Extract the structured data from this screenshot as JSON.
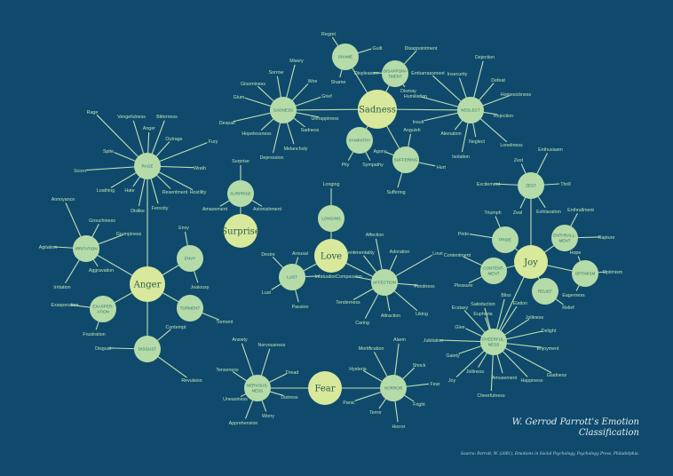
{
  "title": {
    "line1": "W. Gerrod Parrott's Emotion",
    "line2": "Classification"
  },
  "source": "Source: Parrott, W. (2001), Emotions in Social Psychology, Psychology Press, Philadelphia.",
  "colors": {
    "background": "#0f4a6d",
    "primary": "#d8e99c",
    "secondary": "#b5dca8",
    "lines": "#bfe0b0",
    "text": "#bfe3b3"
  },
  "primary": [
    {
      "id": "sadness",
      "label": "Sadness"
    },
    {
      "id": "anger",
      "label": "Anger"
    },
    {
      "id": "surprise",
      "label": "Surprise"
    },
    {
      "id": "love",
      "label": "Love"
    },
    {
      "id": "fear",
      "label": "Fear"
    },
    {
      "id": "joy",
      "label": "Joy"
    }
  ],
  "secondary": [
    {
      "id": "shame",
      "parent": "sadness",
      "label": [
        "SHAME"
      ],
      "tertiary": [
        "Regret",
        "Guilt",
        "Shame"
      ]
    },
    {
      "id": "disappointment",
      "parent": "sadness",
      "label": [
        "DISAPPOIN-",
        "TMENT"
      ],
      "tertiary": [
        "Disappointment",
        "Displeasure",
        "Dismay"
      ]
    },
    {
      "id": "sadness2",
      "parent": "sadness",
      "label": [
        "SADNESS"
      ],
      "tertiary": [
        "Misery",
        "Sorrow",
        "Woe",
        "Gloominess",
        "Grief",
        "Glum",
        "Unhappiness",
        "Despair",
        "Sadness",
        "Hopelessness",
        "Melancholy",
        "Depression"
      ]
    },
    {
      "id": "sympathy",
      "parent": "sadness",
      "label": [
        "SYMPATHY"
      ],
      "tertiary": [
        "Pity",
        "Sympathy"
      ]
    },
    {
      "id": "suffering",
      "parent": "sadness",
      "label": [
        "SUFFERING"
      ],
      "tertiary": [
        "Agony",
        "Anguish",
        "Hurt",
        "Suffering"
      ]
    },
    {
      "id": "neglect",
      "parent": "sadness",
      "label": [
        "NEGLECT"
      ],
      "tertiary": [
        "Embarrassment",
        "Insecurity",
        "Dejection",
        "Defeat",
        "Homesickness",
        "Humiliation",
        "Rejection",
        "Insult",
        "Alienation",
        "Neglect",
        "Loneliness",
        "Isolation"
      ]
    },
    {
      "id": "rage",
      "parent": "anger",
      "label": [
        "RAGE"
      ],
      "tertiary": [
        "Rage",
        "Vengefulness",
        "Bitterness",
        "Anger",
        "Outrage",
        "Spite",
        "Fury",
        "Scorn",
        "Wrath",
        "Loathing",
        "Hate",
        "Resentment",
        "Hostility",
        "Dislike",
        "Ferocity"
      ]
    },
    {
      "id": "irritation",
      "parent": "anger",
      "label": [
        "IRRITATION"
      ],
      "tertiary": [
        "Annoyance",
        "Grouchiness",
        "Grumpiness",
        "Agitation",
        "Aggravation",
        "Irritation"
      ]
    },
    {
      "id": "envy",
      "parent": "anger",
      "label": [
        "ENVY"
      ],
      "tertiary": [
        "Envy",
        "Jealousy"
      ]
    },
    {
      "id": "exasperation",
      "parent": "anger",
      "label": [
        "EXASPER-",
        "ATION"
      ],
      "tertiary": [
        "Exasperation",
        "Frustration"
      ]
    },
    {
      "id": "torment",
      "parent": "anger",
      "label": [
        "TORMENT"
      ],
      "tertiary": [
        "Torment"
      ]
    },
    {
      "id": "disgust",
      "parent": "anger",
      "label": [
        "DISGUST"
      ],
      "tertiary": [
        "Contempt",
        "Disgust",
        "Revulsion"
      ]
    },
    {
      "id": "surprise2",
      "parent": "surprise",
      "label": [
        "SURPRISE"
      ],
      "tertiary": [
        "Surprise",
        "Amazement",
        "Astonishment"
      ]
    },
    {
      "id": "longing",
      "parent": "love",
      "label": [
        "LONGING"
      ],
      "tertiary": [
        "Longing"
      ]
    },
    {
      "id": "lust",
      "parent": "love",
      "label": [
        "LUST"
      ],
      "tertiary": [
        "Desire",
        "Arousal",
        "Lust",
        "Passion",
        "Infatuation"
      ]
    },
    {
      "id": "affection",
      "parent": "love",
      "label": [
        "AFFECTION"
      ],
      "tertiary": [
        "Affection",
        "Adoration",
        "Love",
        "Sentimentality",
        "Compassion",
        "Fondness",
        "Tenderness",
        "Attraction",
        "Liking",
        "Caring"
      ]
    },
    {
      "id": "nervousness",
      "parent": "fear",
      "label": [
        "NERVOUS-",
        "NESS"
      ],
      "tertiary": [
        "Anxiety",
        "Nervousness",
        "Dread",
        "Tenseness",
        "Distress",
        "Uneasiness",
        "Worry",
        "Apprehension"
      ]
    },
    {
      "id": "horror",
      "parent": "fear",
      "label": [
        "HORROR"
      ],
      "tertiary": [
        "Alarm",
        "Mortification",
        "Shock",
        "Hysteria",
        "Fear",
        "Panic",
        "Fright",
        "Terror",
        "Horror"
      ]
    },
    {
      "id": "zest",
      "parent": "joy",
      "label": [
        "ZEST"
      ],
      "tertiary": [
        "Enthusiasm",
        "Zest",
        "Excitement",
        "Thrill",
        "Zeal",
        "Exhilaration"
      ]
    },
    {
      "id": "pride",
      "parent": "joy",
      "label": [
        "PRIDE"
      ],
      "tertiary": [
        "Triumph",
        "Pride"
      ]
    },
    {
      "id": "enthrallment",
      "parent": "joy",
      "label": [
        "ENTHRALL-",
        "MENT"
      ],
      "tertiary": [
        "Enthrallment",
        "Rapture"
      ]
    },
    {
      "id": "contentment",
      "parent": "joy",
      "label": [
        "CONTENT-",
        "MENT"
      ],
      "tertiary": [
        "Contentment",
        "Pleasure"
      ]
    },
    {
      "id": "optimism",
      "parent": "joy",
      "label": [
        "OPTIMISM"
      ],
      "tertiary": [
        "Hope",
        "Optimism",
        "Eagerness"
      ]
    },
    {
      "id": "relief",
      "parent": "joy",
      "label": [
        "RELIEF"
      ],
      "tertiary": [
        "Relief"
      ]
    },
    {
      "id": "cheerfulness",
      "parent": "joy",
      "label": [
        "CHEERFUL-",
        "NESS"
      ],
      "tertiary": [
        "Bliss",
        "Satisfaction",
        "Elation",
        "Ecstasy",
        "Euphoria",
        "Jolliness",
        "Glee",
        "Delight",
        "Jubilation",
        "Enjoyment",
        "Gaiety",
        "Joy",
        "Jolliness",
        "Amusement",
        "Happiness",
        "Gladness",
        "Cheerfulness"
      ]
    }
  ]
}
